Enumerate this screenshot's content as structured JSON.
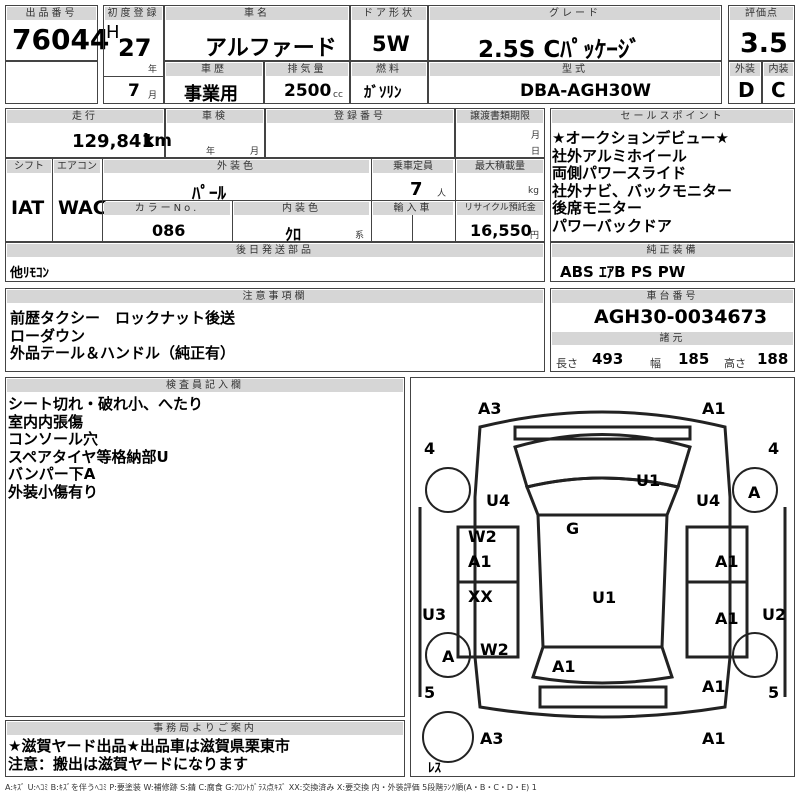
{
  "header": {
    "lot_label": "出品番号",
    "lot_no": "76044",
    "reg_label": "初度登録",
    "era": "H",
    "year": "27",
    "year_unit": "年",
    "month": "7",
    "month_unit": "月",
    "name_label": "車名",
    "car_name": "アルファード",
    "door_label": "ドア形状",
    "door": "5W",
    "grade_label": "グレード",
    "grade": "2.5S Cﾊﾟｯｹｰｼﾞ",
    "score_label": "評価点",
    "score": "3.5",
    "ext_label": "外装",
    "ext_grade": "D",
    "int_label": "内装",
    "int_grade": "C",
    "history_label": "車歴",
    "history": "事業用",
    "disp_label": "排気量",
    "displacement": "2500",
    "disp_unit": "cc",
    "fuel_label": "燃料",
    "fuel": "ｶﾞｿﾘﾝ",
    "model_label": "型式",
    "model": "DBA-AGH30W"
  },
  "row2": {
    "mileage_label": "走行",
    "mileage": "129,841",
    "mileage_unit": "km",
    "inspection_label": "車検",
    "insp_year_unit": "年",
    "insp_month_unit": "月",
    "regno_label": "登録番号",
    "transfer_label": "譲渡書類期限",
    "transfer_month_unit": "月",
    "transfer_day_unit": "日"
  },
  "specs": {
    "shift_label": "シフト",
    "shift": "IAT",
    "ac_label": "エアコン",
    "ac": "WAC",
    "color_label": "外装色",
    "color": "ﾊﾟｰﾙ",
    "capacity_label": "乗車定員",
    "capacity": "7",
    "capacity_unit": "人",
    "load_label": "最大積載量",
    "load_unit": "kg",
    "colorno_label": "カラーNo.",
    "color_no": "086",
    "interior_label": "内装色",
    "interior": "ｸﾛ",
    "interior_unit": "系",
    "import_label": "輸入車",
    "recycle_label": "リサイクル預託金",
    "recycle": "16,550",
    "recycle_unit": "円"
  },
  "later_parts": {
    "label": "後日発送部品",
    "value": "他ﾘﾓｺﾝ"
  },
  "sales_points": {
    "label": "セールスポイント",
    "lines": [
      "★オークションデビュー★",
      "社外アルミホイール",
      "両側パワースライド",
      "社外ナビ、バックモニター",
      "後席モニター",
      "パワーバックドア"
    ]
  },
  "equipment": {
    "label": "純正装備",
    "value": "ABS ｴｱB PS PW"
  },
  "notes": {
    "label": "注意事項欄",
    "lines": [
      "前歴タクシー　ロックナット後送",
      "ローダウン",
      "外品テール＆ハンドル（純正有）"
    ]
  },
  "chassis": {
    "label": "車台番号",
    "number": "AGH30-0034673",
    "dims_label": "諸元",
    "length_label": "長さ",
    "length": "493",
    "width_label": "幅",
    "width": "185",
    "height_label": "高さ",
    "height": "188"
  },
  "inspector": {
    "label": "検査員記入欄",
    "lines": [
      "シート切れ・破れ小、へたり",
      "室内内張傷",
      "コンソール穴",
      "スペアタイヤ等格納部U",
      "バンパー下A",
      "外装小傷有り"
    ]
  },
  "diagram": {
    "marks": [
      "A3",
      "A1",
      "U1",
      "U4",
      "U4",
      "A",
      "G",
      "W2",
      "A1",
      "A1",
      "XX",
      "U1",
      "U3",
      "U2",
      "A1",
      "A",
      "W2",
      "A1",
      "A1",
      "A3",
      "A1"
    ],
    "tire_labels": [
      "4",
      "4",
      "5",
      "5"
    ],
    "spare_label": "ﾚｽ"
  },
  "office": {
    "label": "事務局よりご案内",
    "lines": [
      "★滋賀ヤード出品★出品車は滋賀県栗東市",
      "注意：搬出は滋賀ヤードになります"
    ]
  },
  "legend": "A:ｷｽﾞ U:ﾍｺﾐ B:ｷｽﾞを伴うﾍｺﾐ P:要塗装 W:補修跡 S:錆 C:腐食 G:ﾌﾛﾝﾄｶﾞﾗｽ点ｷｽﾞ XX:交換済み X:要交換 内・外装評価 5段階ﾗﾝｸ順(A・B・C・D・E) 1"
}
